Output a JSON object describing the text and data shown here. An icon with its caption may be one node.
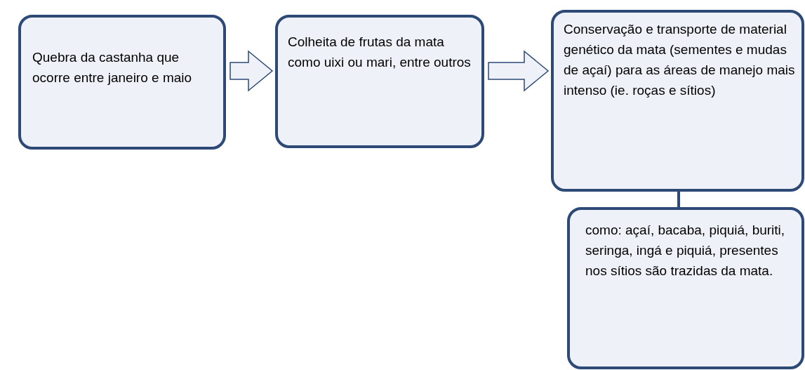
{
  "diagram": {
    "nodes": [
      {
        "text": [
          "Quebra da castanha que ocorre entre janeiro e maio"
        ]
      },
      {
        "text": [
          "Colheita de frutas da mata como uixi ou mari, entre outros"
        ]
      },
      {
        "text": [
          "Conservação e transporte de material genético da mata (sementes e mudas de açaí) para as áreas de manejo mais intenso (ie. roças e sítios)"
        ]
      },
      {
        "text": [
          "como: açaí, bacaba, piquiá, buriti, seringa, ingá e piquiá, presentes nos sítios são trazidas da mata."
        ]
      }
    ],
    "edges": [
      {
        "from": 0,
        "to": 1,
        "arrow": "to"
      },
      {
        "from": 1,
        "to": 2,
        "arrow": "to"
      },
      {
        "from": 2,
        "to": 3,
        "arrow": "none"
      }
    ]
  }
}
